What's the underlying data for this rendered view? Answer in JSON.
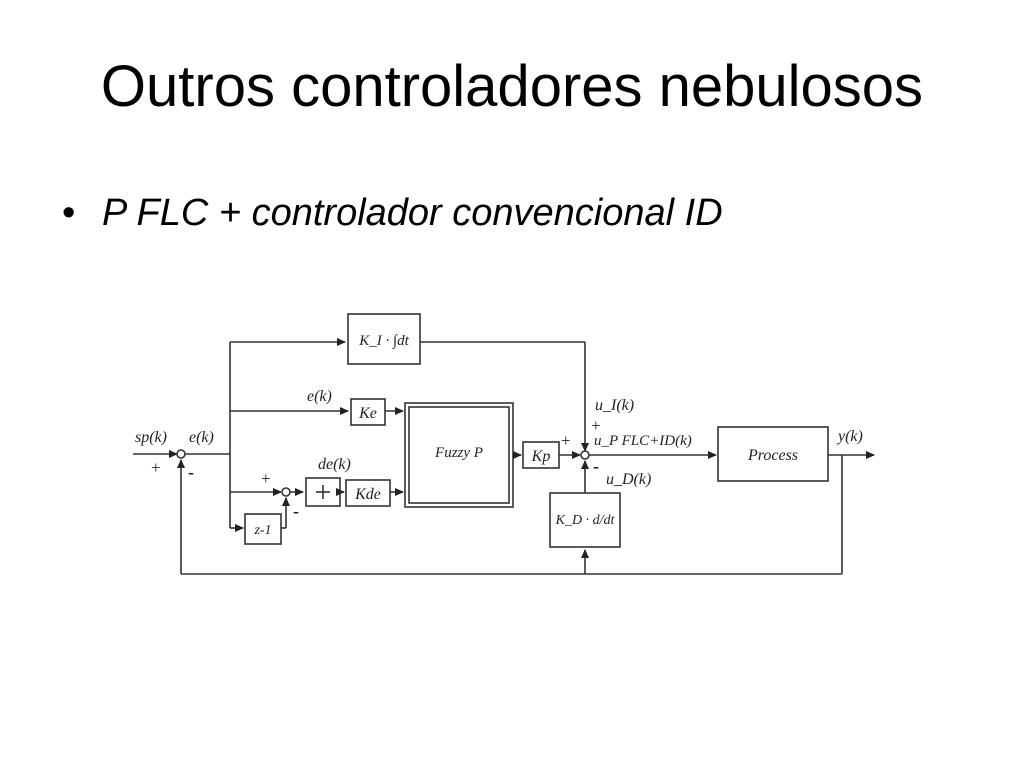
{
  "slide": {
    "title": "Outros controladores nebulosos",
    "bullet_symbol": "•",
    "bullet_text": "P FLC + controlador convencional ID"
  },
  "diagram": {
    "blocks": {
      "integral_block": "K_I · ∫dt",
      "ke_block": "Ke",
      "fuzzy_block": "Fuzzy P",
      "kp_block": "Kp",
      "process_block": "Process",
      "kde_block": "Kde",
      "delay_block": "z-1",
      "derivative_block": "K_D · d/dt"
    },
    "signals": {
      "sp": "sp(k)",
      "e": "e(k)",
      "e_to_ke": "e(k)",
      "de": "de(k)",
      "ui": "u_I(k)",
      "u_total": "u_P FLC+ID(k)",
      "ud": "u_D(k)",
      "y": "y(k)"
    },
    "signs": {
      "sum1_plus": "+",
      "sum1_minus": "-",
      "sum2_plus": "+",
      "sum2_minus": "-",
      "sum3_plus_left": "+",
      "sum3_plus_top": "+",
      "sum3_minus": "-"
    }
  }
}
